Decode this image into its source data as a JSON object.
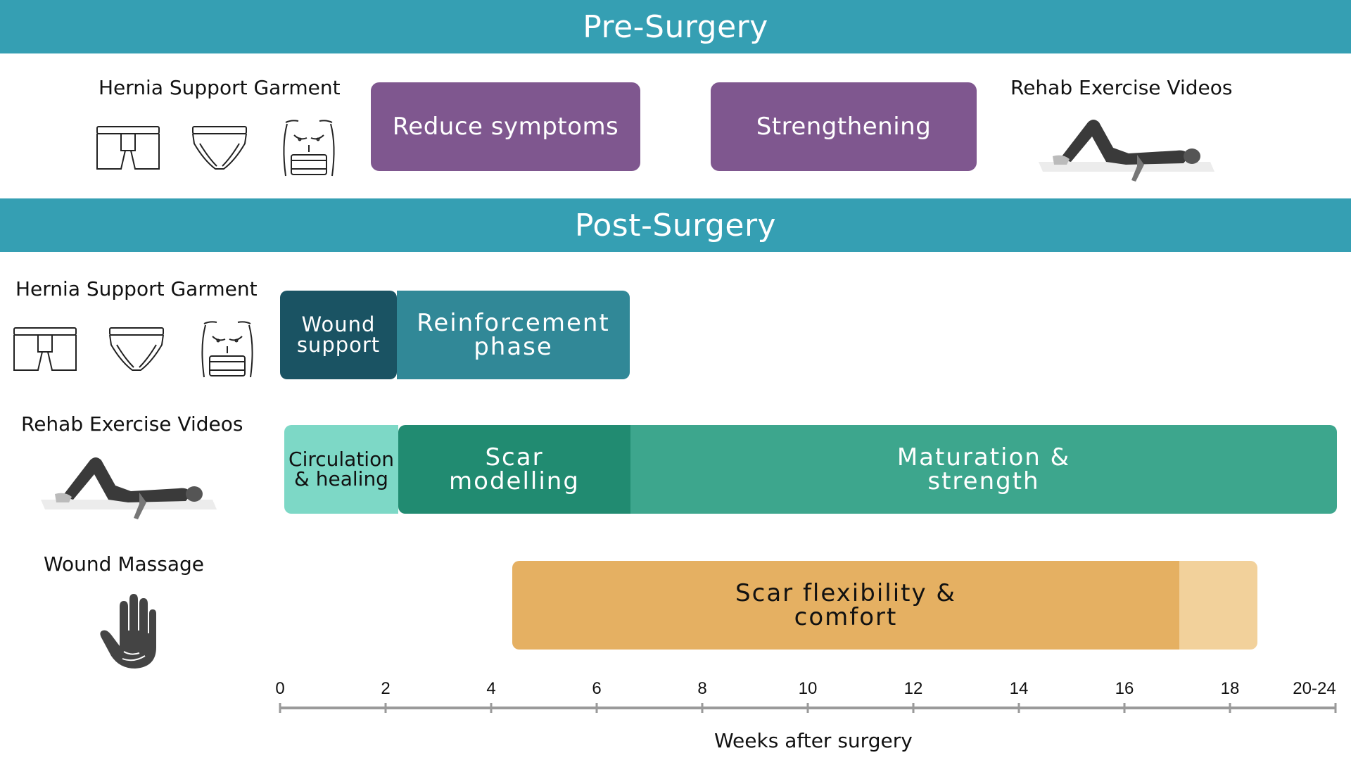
{
  "colors": {
    "banner": "#359fb3",
    "purple": "#7f578f",
    "wound_support": "#1a5363",
    "reinforcement": "#318897",
    "circulation": "#7dd8c6",
    "scar_modelling": "#218b71",
    "maturation": "#3da68d",
    "massage_main": "#e5b062",
    "massage_tail": "#f2d19b",
    "axis": "#9a9a9a",
    "icon_gray": "#444444"
  },
  "pre_surgery": {
    "title": "Pre-Surgery",
    "garment_label": "Hernia Support Garment",
    "reduce_symptoms": "Reduce symptoms",
    "strengthening": "Strengthening",
    "rehab_label": "Rehab Exercise Videos"
  },
  "post_surgery": {
    "title": "Post-Surgery",
    "garment_label": "Hernia Support Garment",
    "rehab_label": "Rehab Exercise Videos",
    "massage_label": "Wound Massage",
    "wound_support": "Wound\nsupport",
    "reinforcement": "Reinforcement\nphase",
    "circulation": "Circulation\n& healing",
    "scar_modelling": "Scar\nmodelling",
    "maturation": "Maturation &\nstrength",
    "scar_flexibility": "Scar flexibility &\ncomfort"
  },
  "axis": {
    "title": "Weeks after surgery",
    "ticks": [
      "0",
      "2",
      "4",
      "6",
      "8",
      "10",
      "12",
      "14",
      "16",
      "18",
      "20-24"
    ]
  },
  "icons": [
    "boxer-briefs-icon",
    "briefs-icon",
    "torso-binder-icon",
    "exercise-figure-icon",
    "hand-icon"
  ]
}
